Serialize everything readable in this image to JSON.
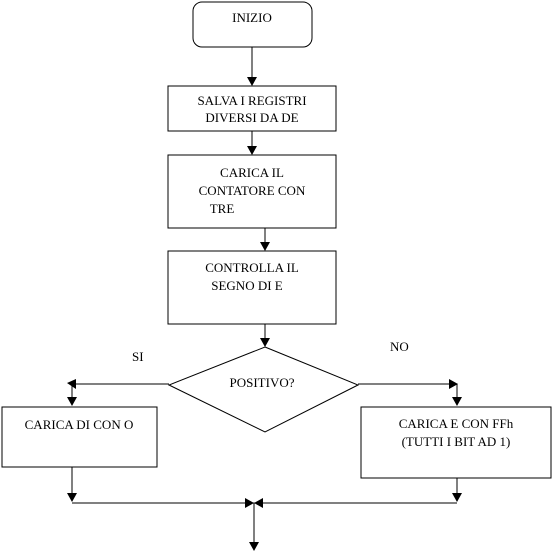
{
  "flowchart": {
    "start": "INIZIO",
    "step_save": [
      "SALVA I REGISTRI",
      "DIVERSI DA DE"
    ],
    "step_load_counter": [
      "CARICA IL",
      "CONTATORE CON",
      "TRE"
    ],
    "step_check_sign": [
      "CONTROLLA IL",
      "SEGNO DI E"
    ],
    "decision": "POSITIVO?",
    "label_yes": "SI",
    "label_no": "NO",
    "branch_yes": "CARICA DI CON O",
    "branch_no": [
      "CARICA E CON FFh",
      "(TUTTI I BIT AD 1)"
    ]
  }
}
